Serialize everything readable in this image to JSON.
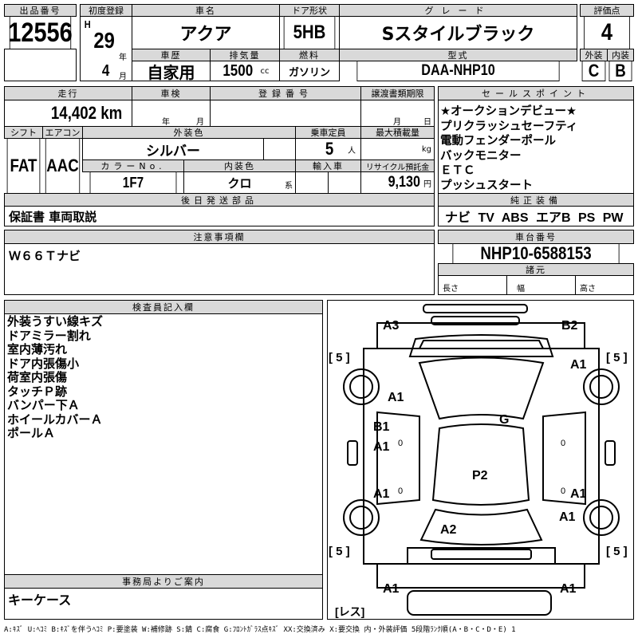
{
  "lot": {
    "label": "出品番号",
    "value": "12556"
  },
  "first_reg": {
    "label": "初度登録",
    "era": "H",
    "year": "29",
    "year_unit": "年",
    "month": "4",
    "month_unit": "月"
  },
  "car_name": {
    "label": "車名",
    "value": "アクア"
  },
  "door": {
    "label": "ドア形状",
    "value": "5HB"
  },
  "grade": {
    "label": "グレード",
    "value": "Sスタイルブラック"
  },
  "score": {
    "label": "評価点",
    "value": "4",
    "ext_label": "外装",
    "int_label": "内装",
    "ext": "C",
    "int": "B"
  },
  "history": {
    "label": "車歴",
    "value": "自家用"
  },
  "displacement": {
    "label": "排気量",
    "value": "1500",
    "unit": "cc"
  },
  "fuel": {
    "label": "燃料",
    "value": "ガソリン"
  },
  "model": {
    "label": "型式",
    "value": "DAA-NHP10"
  },
  "mileage": {
    "label": "走行",
    "value": "14,402 km"
  },
  "inspection": {
    "label": "車検",
    "year_unit": "年",
    "month_unit": "月"
  },
  "reg_no": {
    "label": "登録番号"
  },
  "transfer": {
    "label": "譲渡書類期限",
    "month_unit": "月",
    "day_unit": "日"
  },
  "shift": {
    "label": "シフト",
    "value": "FAT"
  },
  "ac": {
    "label": "エアコン",
    "value": "AAC"
  },
  "ext_color": {
    "label": "外装色",
    "value": "シルバー"
  },
  "capacity": {
    "label": "乗車定員",
    "value": "5",
    "unit": "人"
  },
  "max_load": {
    "label": "最大積載量",
    "unit": "kg"
  },
  "color_no": {
    "label": "カラーNo.",
    "value": "1F7"
  },
  "int_color": {
    "label": "内装色",
    "value": "クロ",
    "unit": "系"
  },
  "import": {
    "label": "輸入車"
  },
  "recycle": {
    "label": "リサイクル預託金",
    "value": "9,130",
    "unit": "円"
  },
  "later_parts": {
    "label": "後日発送部品",
    "value": "保証書 車両取説"
  },
  "sales_points": {
    "label": "セールスポイント",
    "items": [
      "★オークションデビュー★",
      "プリクラッシュセーフティ",
      "電動フェンダーポール",
      "バックモニター",
      "ＥＴＣ",
      "プッシュスタート"
    ]
  },
  "equipment": {
    "label": "純正装備",
    "value": "ナビ TV ABS エアB PS PW"
  },
  "notes": {
    "label": "注意事項欄",
    "value": "Ｗ６６Ｔナビ"
  },
  "chassis": {
    "label": "車台番号",
    "value": "NHP10-6588153"
  },
  "specs": {
    "label": "諸元",
    "length": "長さ",
    "width": "幅",
    "height": "高さ"
  },
  "inspector": {
    "label": "検査員記入欄",
    "items": [
      "外装うすい線キズ",
      "ドアミラー割れ",
      "室内薄汚れ",
      "ドア内張傷小",
      "荷室内張傷",
      "タッチＰ跡",
      "バンパー下Ａ",
      "ホイールカバーＡ",
      "ポールＡ"
    ]
  },
  "office": {
    "label": "事務局よりご案内",
    "value": "キーケース"
  },
  "diagram": {
    "marks": [
      "A3",
      "B2",
      "A1",
      "A1",
      "G",
      "B1",
      "A1",
      "P2",
      "A1",
      "A1",
      "A1",
      "A2",
      "A1",
      "A1"
    ],
    "tires": [
      "[ 5 ]",
      "[ 5 ]",
      "[ 5 ]",
      "[ 5 ]"
    ],
    "tread": [
      "0",
      "0",
      "0",
      "0"
    ],
    "spare": "[レス]"
  },
  "legend": "A:ｷｽﾞ U:ﾍｺﾐ B:ｷｽﾞを伴うﾍｺﾐ P:要塗装 W:補修跡 S:錆 C:腐食 G:ﾌﾛﾝﾄｶﾞﾗｽ点ｷｽﾞ XX:交換済み X:要交換 内・外装評価 5段階ﾗﾝｸ順(A・B・C・D・E) 1"
}
